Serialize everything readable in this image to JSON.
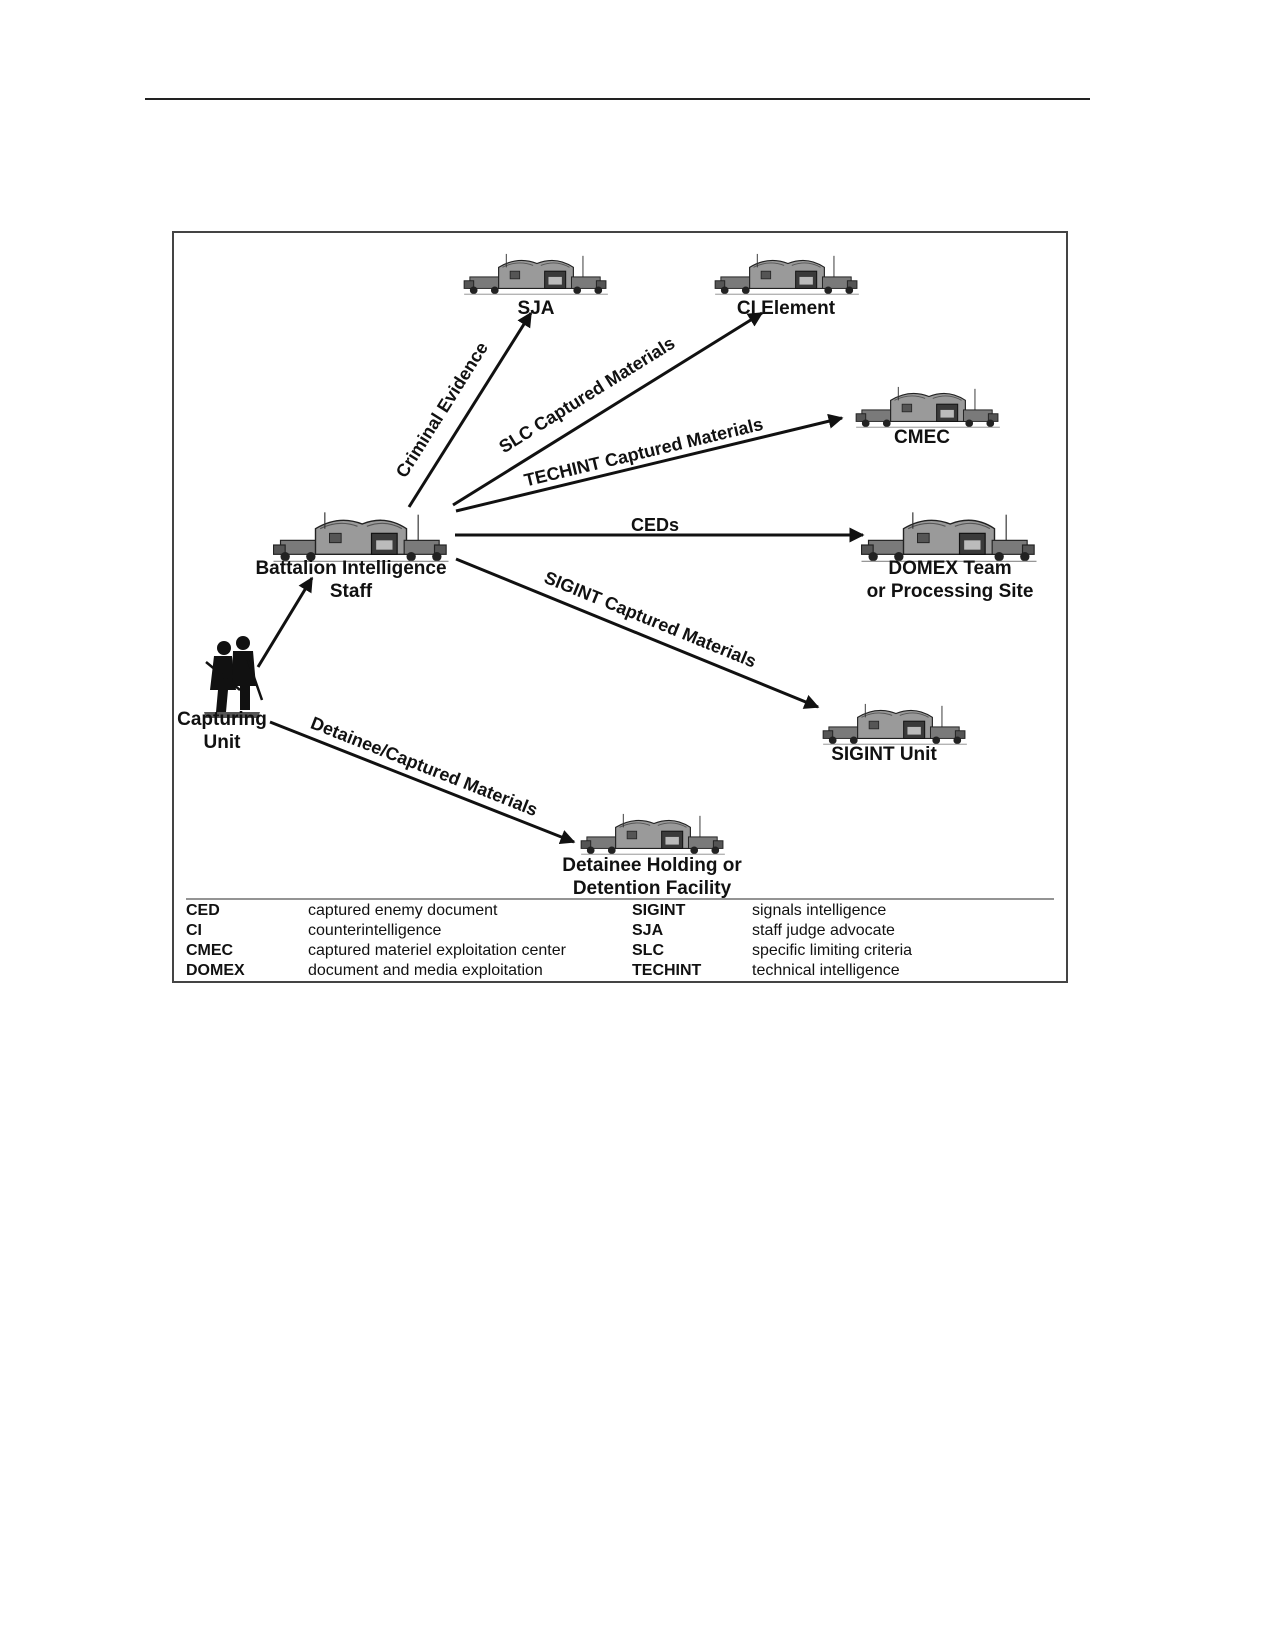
{
  "nodes": {
    "sja": "SJA",
    "ci_element": "CI Element",
    "cmec": "CMEC",
    "battalion_line1": "Battalion Intelligence",
    "battalion_line2": "Staff",
    "domex_line1": "DOMEX Team",
    "domex_line2": "or Processing Site",
    "capturing_line1": "Capturing",
    "capturing_line2": "Unit",
    "sigint_unit": "SIGINT Unit",
    "detainee_line1": "Detainee Holding or",
    "detainee_line2": "Detention Facility"
  },
  "edges": {
    "criminal_evidence": "Criminal Evidence",
    "slc": "SLC Captured Materials",
    "techint": "TECHINT Captured Materials",
    "ceds": "CEDs",
    "sigint": "SIGINT Captured Materials",
    "detainee": "Detainee/Captured Materials"
  },
  "legend": [
    {
      "abbr": "CED",
      "text": "captured enemy document"
    },
    {
      "abbr": "CI",
      "text": "counterintelligence"
    },
    {
      "abbr": "CMEC",
      "text": "captured materiel exploitation center"
    },
    {
      "abbr": "DOMEX",
      "text": "document and media exploitation"
    },
    {
      "abbr": "SIGINT",
      "text": "signals intelligence"
    },
    {
      "abbr": "SJA",
      "text": "staff judge advocate"
    },
    {
      "abbr": "SLC",
      "text": "specific limiting criteria"
    },
    {
      "abbr": "TECHINT",
      "text": "technical intelligence"
    }
  ],
  "icons": {
    "facility": "tent-vehicle-icon",
    "soldiers": "soldiers-icon"
  }
}
